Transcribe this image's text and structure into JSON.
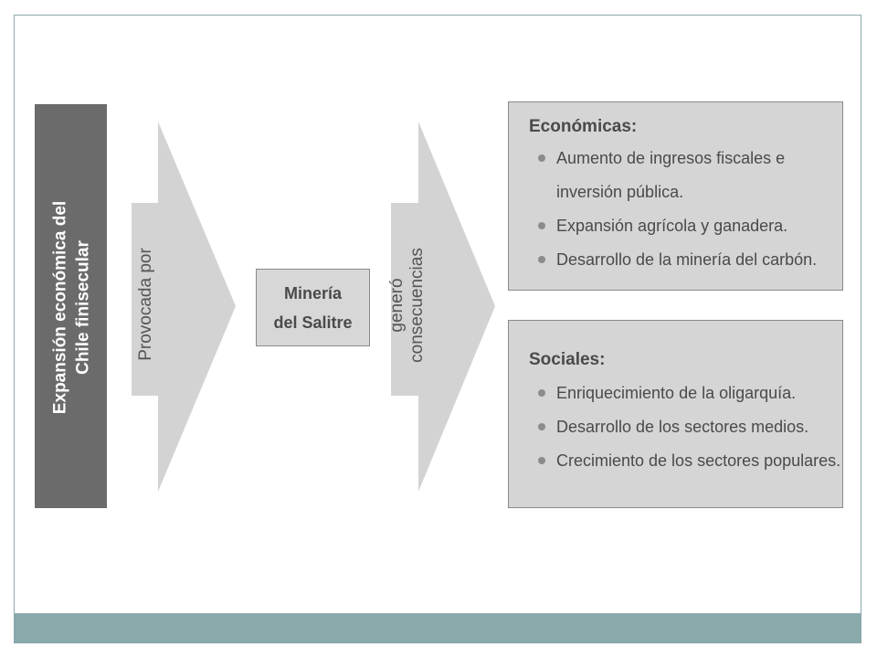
{
  "colors": {
    "frame_border": "#8aa9ab",
    "footer_bar": "#8aa9ab",
    "dark_box": "#6b6b6b",
    "arrow_fill": "#d3d3d3",
    "box_fill": "#d5d5d5",
    "text": "#4a4a4a"
  },
  "diagram": {
    "main_concept": {
      "lines": [
        "Expansión económica del",
        "Chile finisecular"
      ]
    },
    "arrow_1": {
      "label": "Provocada por"
    },
    "cause": {
      "lines": [
        "Minería",
        "del Salitre"
      ]
    },
    "arrow_2": {
      "lines": [
        "generó",
        "consecuencias"
      ]
    },
    "consequences": {
      "economic": {
        "title": "Económicas:",
        "items": [
          {
            "lines": [
              "Aumento de ingresos fiscales e",
              "inversión pública."
            ]
          },
          {
            "lines": [
              "Expansión agrícola y ganadera."
            ]
          },
          {
            "lines": [
              "Desarrollo de la minería del carbón."
            ]
          }
        ]
      },
      "social": {
        "title": "Sociales:",
        "items": [
          {
            "lines": [
              "Enriquecimiento de la oligarquía."
            ]
          },
          {
            "lines": [
              "Desarrollo de los sectores medios."
            ]
          },
          {
            "lines": [
              "Crecimiento de los sectores populares."
            ]
          }
        ]
      }
    }
  }
}
